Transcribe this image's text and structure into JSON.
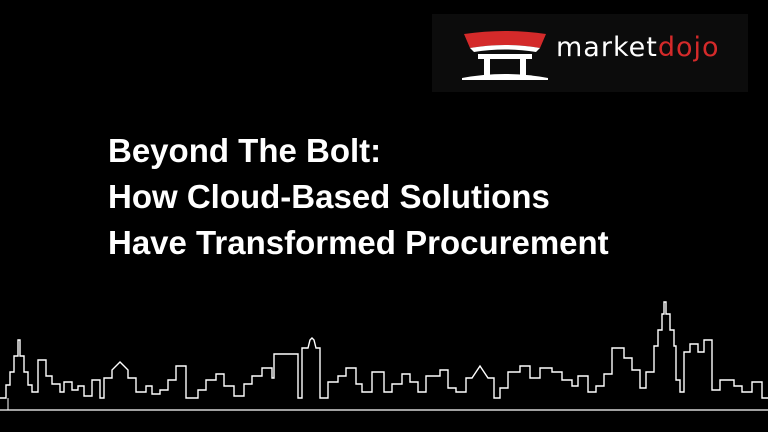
{
  "logo": {
    "text_part1": "market",
    "text_part2": "dojo",
    "accent_color": "#d42a2a",
    "icon": "pagoda-gate-icon"
  },
  "title": {
    "line1": "Beyond The Bolt:",
    "line2": "How Cloud-Based Solutions",
    "line3": "Have Transformed Procurement"
  },
  "decoration": {
    "skyline": "city-skyline-outline",
    "line_color": "#ffffff",
    "background_color": "#000000"
  }
}
